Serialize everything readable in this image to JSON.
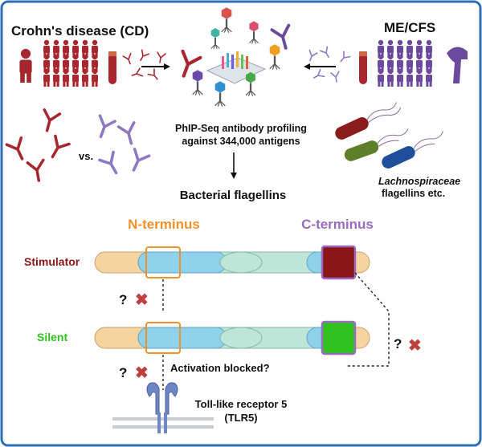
{
  "titles": {
    "crohns": "Crohn's disease (CD)",
    "mecfs": "ME/CFS"
  },
  "labels": {
    "vs": "vs.",
    "phipseq_line1": "PhIP-Seq antibody profiling",
    "phipseq_line2": "against 344,000 antigens",
    "bacterial_flagellins": "Bacterial flagellins",
    "lachno_italic": "Lachnospiraceae",
    "lachno_rest": "flagellins etc.",
    "n_terminus": "N-terminus",
    "c_terminus": "C-terminus",
    "stimulator": "Stimulator",
    "silent": "Silent",
    "activation_blocked": "Activation blocked?",
    "tlr5_line1": "Toll-like receptor 5",
    "tlr5_line2": "(TLR5)",
    "question_mark": "?",
    "cross_mark": "✖"
  },
  "colors": {
    "border": "#2f6db5",
    "cd_red": "#a8262e",
    "mecfs_purple": "#6b4a9b",
    "n_terminus_orange": "#f0922b",
    "c_terminus_purple": "#9a6ac0",
    "stimulator_red": "#8b1518",
    "silent_green": "#2fc21f",
    "domain_blue": "#8fd0ea",
    "domain_teal": "#bfe5d8",
    "domain_cream": "#f6d4a0",
    "tlr5_blue": "#6f86c6",
    "cross_red": "#c0403f"
  },
  "icons": [
    "person-icon",
    "test-tube-icon",
    "antibody-icon",
    "phage-icon",
    "bacterium-icon",
    "tlr5-receptor-icon",
    "cross-icon"
  ]
}
